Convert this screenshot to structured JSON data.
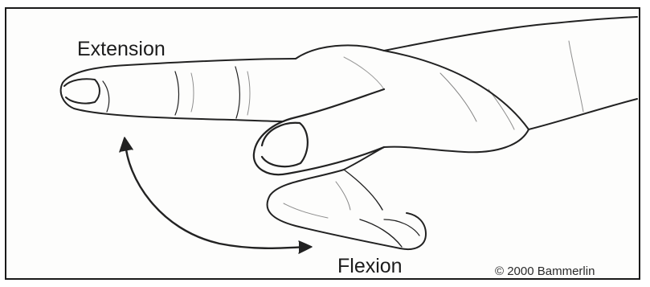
{
  "figure": {
    "extension_label": "Extension",
    "flexion_label": "Flexion",
    "credit": "© 2000 Bammerlin"
  },
  "colors": {
    "ink": "#1c1c1c",
    "background": "#fdfdfc",
    "border": "#1a1a1a"
  }
}
